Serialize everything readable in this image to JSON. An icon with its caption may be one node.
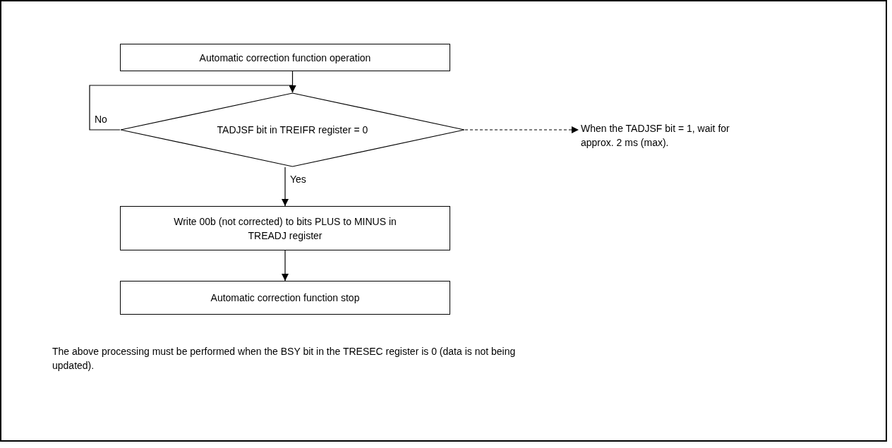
{
  "diagram": {
    "nodes": [
      {
        "text": [
          "Automatic correction function operation"
        ]
      },
      {
        "text": [
          "TADJSF bit in TREIFR register = 0"
        ]
      },
      {
        "text": [
          "When the TADJSF bit = 1, wait for approx. 2 ms (max)."
        ]
      },
      {
        "text": [
          "Write 00b (not corrected) to bits PLUS to MINUS in TREADJ register"
        ]
      },
      {
        "text": [
          "Automatic correction function stop"
        ]
      }
    ],
    "edges": [
      {
        "from": 0,
        "to": 1,
        "arrow": "to"
      },
      {
        "from": 1,
        "to": 1,
        "arrow": "to",
        "label": "No"
      },
      {
        "from": 1,
        "to": 2,
        "arrow": "to",
        "style": "dashed"
      },
      {
        "from": 1,
        "to": 3,
        "arrow": "to",
        "label": "Yes"
      },
      {
        "from": 3,
        "to": 4,
        "arrow": "to"
      }
    ],
    "labels": [
      "The above processing must be performed when the BSY bit in the TRESEC register is 0 (data is not being updated)."
    ]
  }
}
